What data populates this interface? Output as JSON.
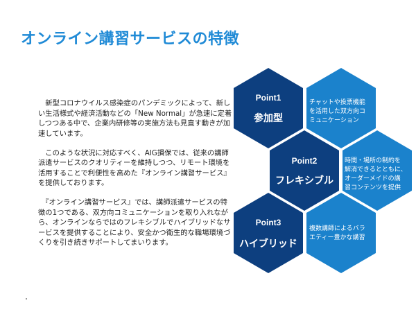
{
  "title": "オンライン講習サービスの特徴",
  "body": {
    "p1": "　新型コロナウイルス感染症のパンデミックによって、新しい生活様式や経済活動などの「New Normal」が急速に定着しつつある中で、企業内研修等の実施方法も見直す動きが加速しています。",
    "p2": "　このような状況に対応すべく、AIG損保では、従来の講師派遣サービスのクオリティーを維持しつつ、リモート環境を活用することで利便性を高めた『オンライン講習サービス』を提供しております。",
    "p3": "　『オンライン講習サービス』では、講師派遣サービスの特徴の1つである、双方向コミュニケーションを取り入れながら、オンラインならではのフレキシブルでハイブリッドなサービスを提供することにより、安全かつ衛生的な職場環境づくりを引き続きサポートしてまいります。"
  },
  "points": [
    {
      "label": "Point1",
      "name": "参加型",
      "desc": [
        "チャットや投票機能",
        "を活用した双方向コ",
        "ミュニケーション"
      ]
    },
    {
      "label": "Point2",
      "name": "フレキシブル",
      "desc": [
        "時間・場所の制約を",
        "解消できるとともに、",
        "オーダーメイドの講",
        "習コンテンツを提供"
      ]
    },
    {
      "label": "Point3",
      "name": "ハイブリッド",
      "desc": [
        "複数講師によるバラ",
        "エティー豊かな講習"
      ]
    }
  ],
  "colors": {
    "title": "#1f8ad6",
    "hex_dark": "#0d3f7f",
    "hex_light": "#1b82cc",
    "hex_text": "#ffffff",
    "body_text": "#222222"
  }
}
